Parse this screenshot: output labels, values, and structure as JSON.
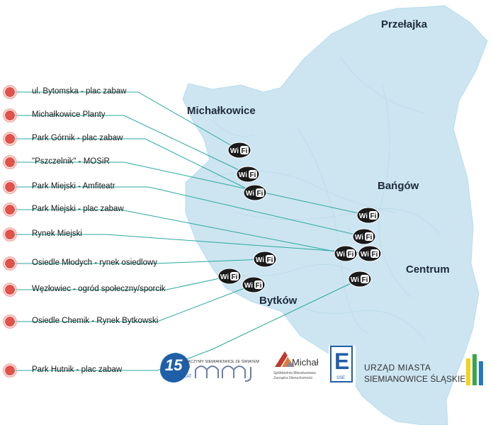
{
  "map": {
    "districts": [
      {
        "id": "przelajka",
        "label": "Przełajka"
      },
      {
        "id": "michalkowice",
        "label": "Michałkowice"
      },
      {
        "id": "bangow",
        "label": "Bańgów"
      },
      {
        "id": "centrum",
        "label": "Centrum"
      },
      {
        "id": "bytkow",
        "label": "Bytków"
      }
    ],
    "hotspots": [
      {
        "label": "ul. Bytomska - plac zabaw"
      },
      {
        "label": "Michałkowice Planty"
      },
      {
        "label": "Park Górnik - plac zabaw"
      },
      {
        "label": "\"Pszczelnik\" - MOSiR"
      },
      {
        "label": "Park Miejski - Amfiteatr"
      },
      {
        "label": "Park Miejski - plac zabaw"
      },
      {
        "label": "Rynek Miejski"
      },
      {
        "label": "Osiedle Młodych - rynek osiedlowy"
      },
      {
        "label": "Węzłowiec - ogród społeczny/sporcik"
      },
      {
        "label": "Osiedle Chemik - Rynek Bytkowski"
      },
      {
        "label": "Park Hutnik - plac zabaw"
      }
    ],
    "wifi_badge_text": "WiFi",
    "colors": {
      "land": "#cce5f1",
      "line": "#2aa8a0",
      "dot": "#e0524a",
      "badge": "#1a1a1a"
    }
  },
  "logos": {
    "anniversary": {
      "number": "15",
      "lat": "LAT",
      "tagline": "ŁĄCZYMY SIEMIANOWICE ZE ŚWIATEM",
      "brand": "mmj"
    },
    "michal": {
      "name": "Michał",
      "sub1": "Spółdzielnia Mieszkaniowa",
      "sub2": "Zarządca Nieruchomości"
    },
    "energy": {
      "letter": "E",
      "caption": "SSE"
    },
    "city": {
      "line1": "URZĄD MIASTA",
      "line2": "SIEMIANOWICE ŚLĄSKIE"
    }
  }
}
